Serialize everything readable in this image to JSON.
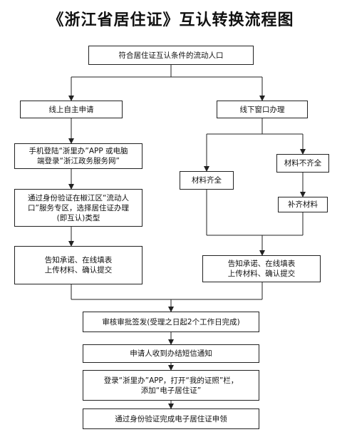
{
  "title": "《浙江省居住证》互认转换流程图",
  "nodes": {
    "start": "符合居住证互认条件的流动人口",
    "online": "线上自主申请",
    "offline": "线下窗口办理",
    "login": "手机登陆“浙里办”APP 或电脑\n端登录“浙江政务服务网”",
    "verify_select": "通过身份验证在椒江区“流动人\n口”服务专区，选择居住证办理\n(即互认)类型",
    "materials_complete": "材料齐全",
    "materials_incomplete": "材料不齐全",
    "supplement": "补齐材料",
    "online_submit": "告知承诺、在线填表\n上传材料、确认提交",
    "offline_submit": "告知承诺、在线填表\n上传材料、确认提交",
    "review": "审核审批签发(受理之日起2个工作日完成)",
    "notice": "申请人收到办结短信通知",
    "add_card": "登录“浙里办”APP，打开“我的证照”栏，\n添加“电子居住证”",
    "receive": "通过身份验证完成电子居住证申领"
  }
}
